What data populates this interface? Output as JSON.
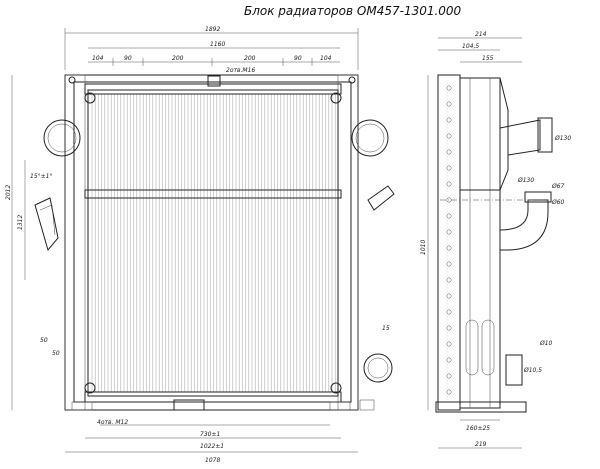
{
  "title": "Блок радиаторов ОМ457-1301.000",
  "front_view": {
    "dim_top": [
      "1892",
      "1160",
      "104",
      "90",
      "200",
      "200",
      "90",
      "104"
    ],
    "dim_thread_top": "2отв.М16",
    "dim_bottom": [
      "730±1",
      "1022±1",
      "1078"
    ],
    "dim_left": [
      "2012",
      "1312"
    ],
    "dim_label_m12": "4отв. М12",
    "dim_small": [
      "15",
      "15°±1°",
      "50",
      "50"
    ]
  },
  "side_view": {
    "dim_top": [
      "214",
      "104,5",
      "155"
    ],
    "dim_right": [
      "Ø130",
      "Ø67",
      "Ø60",
      "Ø130",
      "Ø10",
      "Ø10,5"
    ],
    "dim_left": "1010",
    "dim_bottom": [
      "160±25",
      "219"
    ]
  }
}
